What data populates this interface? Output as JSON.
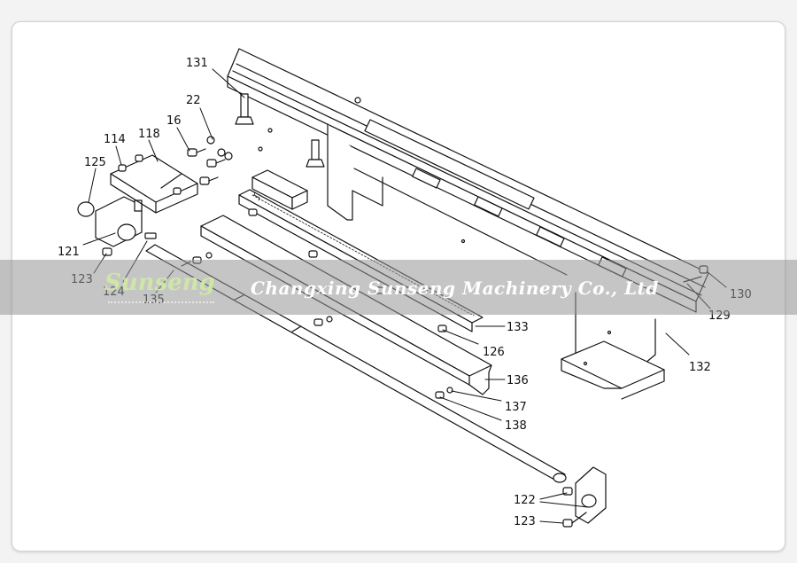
{
  "watermark": {
    "logo_text": "Sunseng",
    "company_text": "Changxing Sunseng Machinery Co., Ltd"
  },
  "callouts": [
    {
      "id": "c131a",
      "label": "131"
    },
    {
      "id": "c22",
      "label": "22"
    },
    {
      "id": "c16",
      "label": "16"
    },
    {
      "id": "c114",
      "label": "114"
    },
    {
      "id": "c118",
      "label": "118"
    },
    {
      "id": "c125",
      "label": "125"
    },
    {
      "id": "c121",
      "label": "121"
    },
    {
      "id": "c123a",
      "label": "123"
    },
    {
      "id": "c124",
      "label": "124"
    },
    {
      "id": "c135",
      "label": "135"
    },
    {
      "id": "c133",
      "label": "133"
    },
    {
      "id": "c126",
      "label": "126"
    },
    {
      "id": "c136",
      "label": "136"
    },
    {
      "id": "c137",
      "label": "137"
    },
    {
      "id": "c138",
      "label": "138"
    },
    {
      "id": "c130",
      "label": "130"
    },
    {
      "id": "c129",
      "label": "129"
    },
    {
      "id": "c132",
      "label": "132"
    },
    {
      "id": "c122",
      "label": "122"
    },
    {
      "id": "c123b",
      "label": "123"
    }
  ]
}
